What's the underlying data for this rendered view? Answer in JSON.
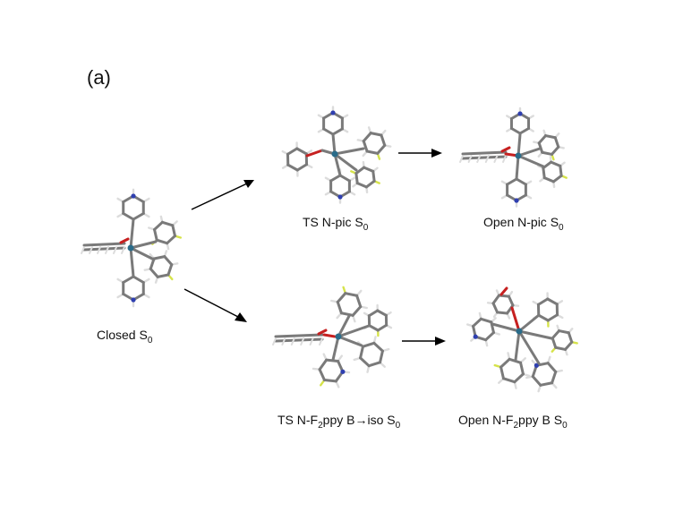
{
  "panel_label": "(a)",
  "captions": {
    "closed": {
      "text": "Closed S",
      "sub": "0"
    },
    "ts_npic": {
      "text": "TS N-pic S",
      "sub": "0"
    },
    "open_npic": {
      "text": "Open N-pic S",
      "sub": "0"
    },
    "ts_nf2ppy": {
      "pre": "TS N-F",
      "sub1": "2",
      "post": "ppy B→iso S",
      "sub2": "0"
    },
    "open_nf2ppy": {
      "pre": "Open N-F",
      "sub1": "2",
      "post": "ppy B S",
      "sub2": "0"
    }
  },
  "colors": {
    "carbon": "#7a7a7a",
    "hydrogen": "#dcdcdc",
    "nitrogen": "#2f3fb0",
    "oxygen": "#c62020",
    "fluorine": "#d6e34a",
    "iridium": "#2a6c8a",
    "arrow": "#000000"
  }
}
